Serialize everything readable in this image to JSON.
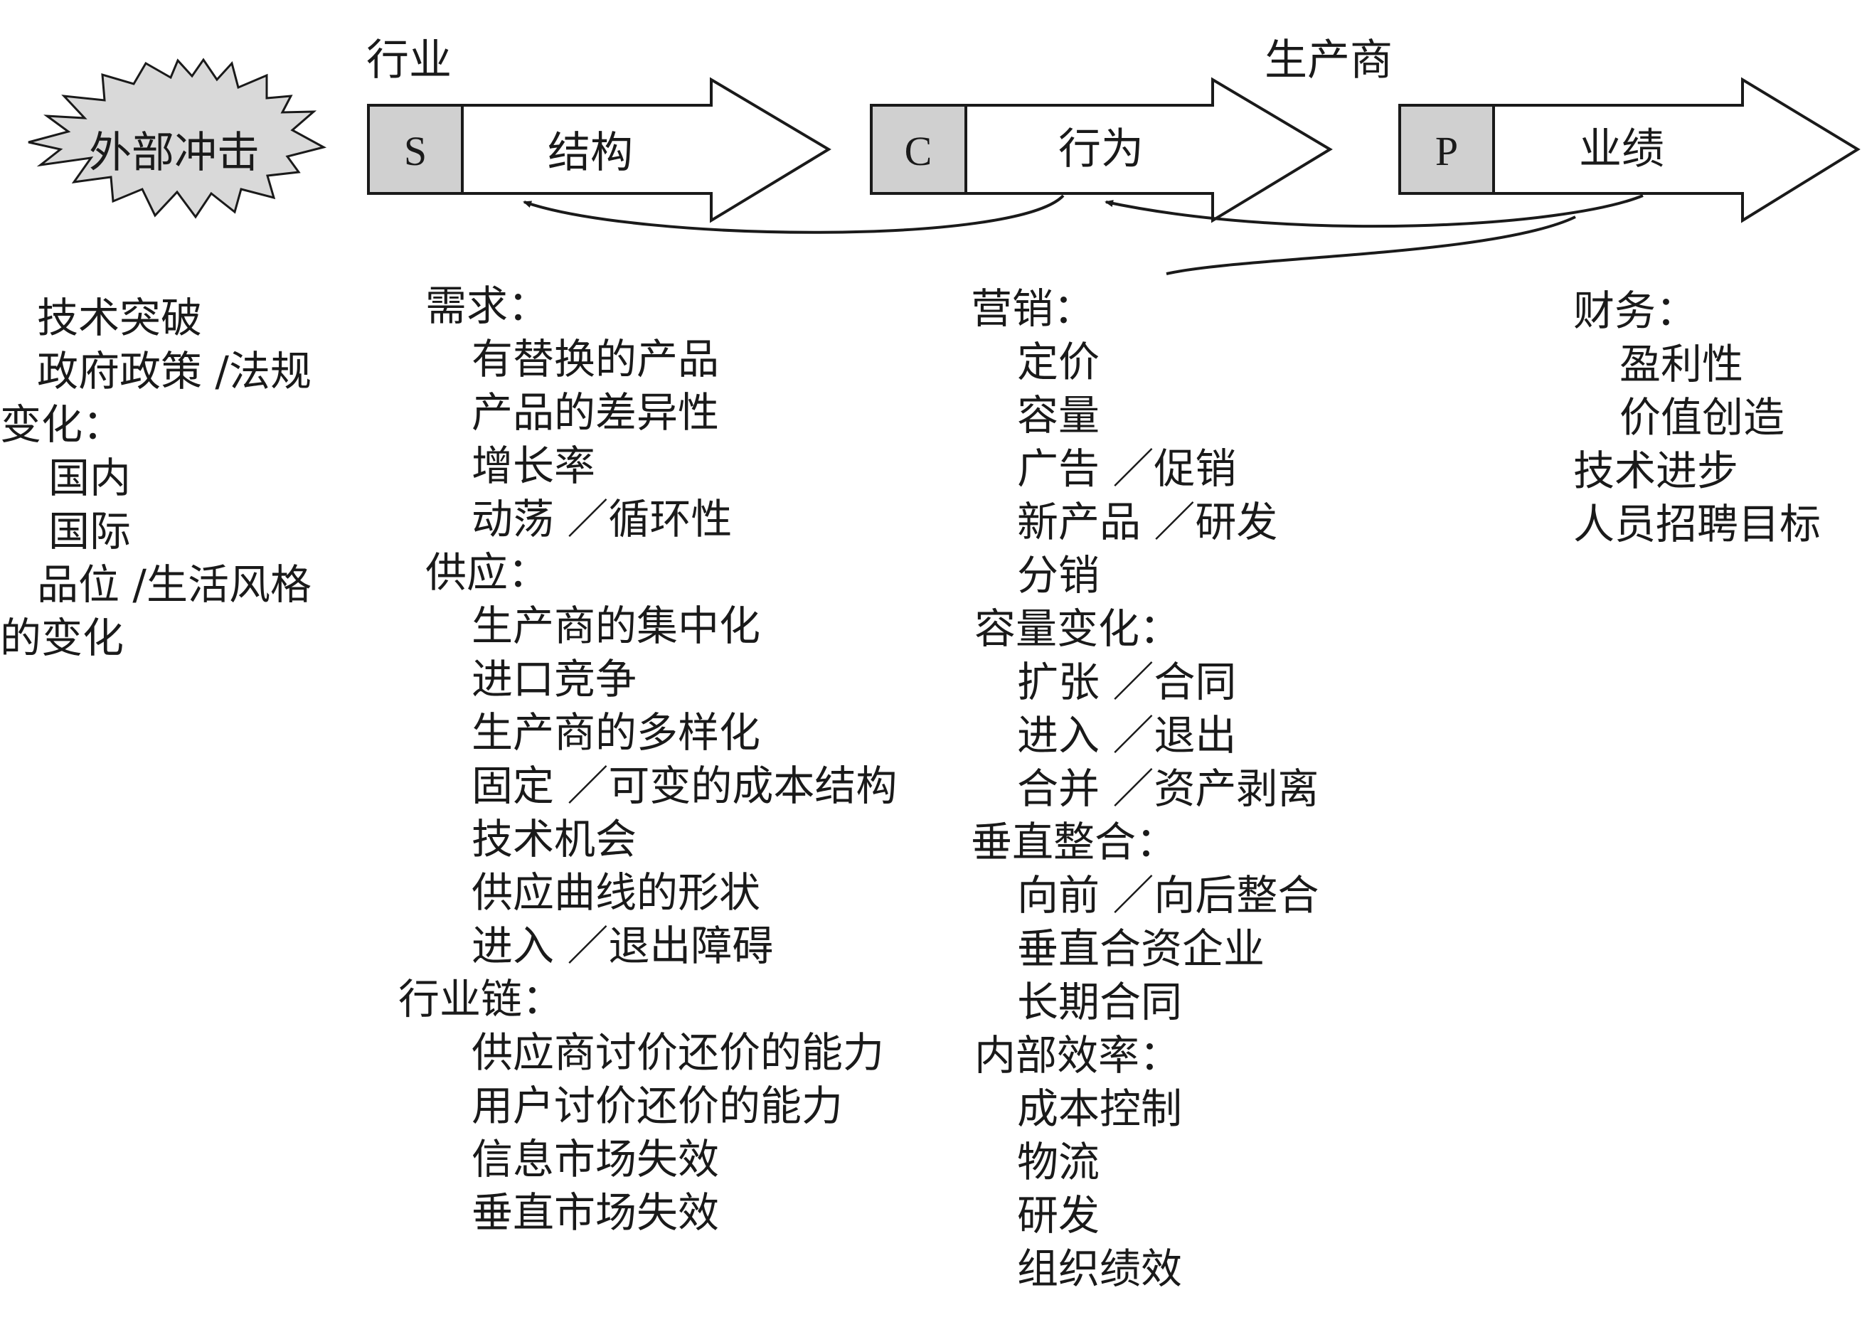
{
  "shock": "外部冲击",
  "header": {
    "industry": "行业",
    "producer": "生产商"
  },
  "stages": [
    {
      "letter": "S",
      "label": "结构"
    },
    {
      "letter": "C",
      "label": "行为"
    },
    {
      "letter": "P",
      "label": "业绩"
    }
  ],
  "colors": {
    "box_fill": "#d0d0d0",
    "burst_fill": "#d9d9d9",
    "stroke": "#1a1a1a"
  },
  "columns": {
    "shocks": [
      "技术突破",
      "政府政策 /法规",
      "变化：",
      "国内",
      "国际",
      "品位 /生活风格",
      "的变化"
    ],
    "structure": [
      "需求：",
      "有替换的产品",
      "产品的差异性",
      "增长率",
      "动荡 ／循环性",
      "供应：",
      "生产商的集中化",
      "进口竞争",
      "生产商的多样化",
      "固定 ／可变的成本结构",
      "技术机会",
      "供应曲线的形状",
      "进入 ／退出障碍",
      "行业链：",
      "供应商讨价还价的能力",
      "用户讨价还价的能力",
      "信息市场失效",
      "垂直市场失效"
    ],
    "conduct": [
      "营销：",
      "定价",
      "容量",
      "广告 ／促销",
      "新产品 ／研发",
      "分销",
      "容量变化：",
      "扩张 ／合同",
      "进入 ／退出",
      "合并 ／资产剥离",
      "垂直整合：",
      "向前 ／向后整合",
      "垂直合资企业",
      "长期合同",
      "内部效率：",
      "成本控制",
      "物流",
      "研发",
      "组织绩效"
    ],
    "performance": [
      "财务：",
      "盈利性",
      "价值创造",
      "技术进步",
      "人员招聘目标"
    ]
  }
}
